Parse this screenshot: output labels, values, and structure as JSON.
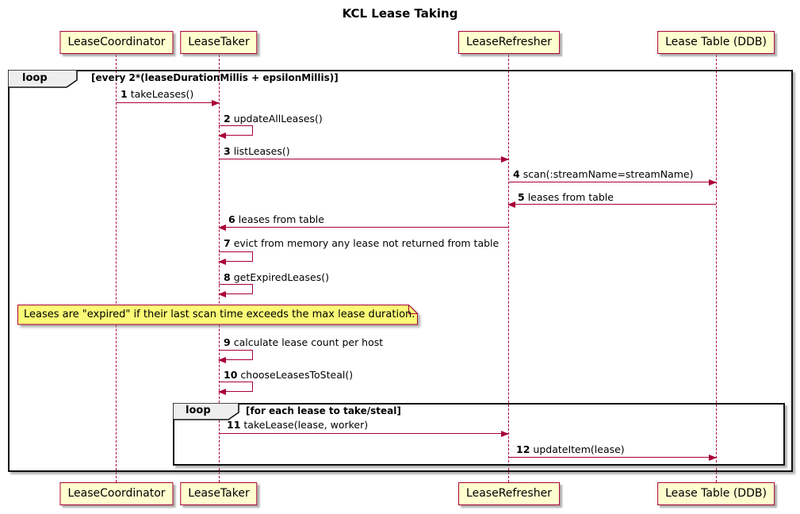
{
  "title": "KCL Lease Taking",
  "participants": [
    {
      "name": "LeaseCoordinator"
    },
    {
      "name": "LeaseTaker"
    },
    {
      "name": "LeaseRefresher"
    },
    {
      "name": "Lease Table (DDB)"
    }
  ],
  "loops": {
    "outer": {
      "label": "loop",
      "condition": "[every 2*(leaseDurationMillis + epsilonMillis)]"
    },
    "inner": {
      "label": "loop",
      "condition": "[for each lease to take/steal]"
    }
  },
  "messages": [
    {
      "num": "1",
      "text": "takeLeases()",
      "from": "LeaseCoordinator",
      "to": "LeaseTaker"
    },
    {
      "num": "2",
      "text": "updateAllLeases()",
      "from": "LeaseTaker",
      "to": "LeaseTaker"
    },
    {
      "num": "3",
      "text": "listLeases()",
      "from": "LeaseTaker",
      "to": "LeaseRefresher"
    },
    {
      "num": "4",
      "text": "scan(:streamName=streamName)",
      "from": "LeaseRefresher",
      "to": "Lease Table (DDB)"
    },
    {
      "num": "5",
      "text": "leases from table",
      "from": "Lease Table (DDB)",
      "to": "LeaseRefresher"
    },
    {
      "num": "6",
      "text": "leases from table",
      "from": "LeaseRefresher",
      "to": "LeaseTaker"
    },
    {
      "num": "7",
      "text": "evict from memory any lease not returned from table",
      "from": "LeaseTaker",
      "to": "LeaseTaker"
    },
    {
      "num": "8",
      "text": "getExpiredLeases()",
      "from": "LeaseTaker",
      "to": "LeaseTaker"
    },
    {
      "num": "9",
      "text": "calculate lease count per host",
      "from": "LeaseTaker",
      "to": "LeaseTaker"
    },
    {
      "num": "10",
      "text": "chooseLeasesToSteal()",
      "from": "LeaseTaker",
      "to": "LeaseTaker"
    },
    {
      "num": "11",
      "text": "takeLease(lease, worker)",
      "from": "LeaseTaker",
      "to": "LeaseRefresher"
    },
    {
      "num": "12",
      "text": "updateItem(lease)",
      "from": "LeaseRefresher",
      "to": "Lease Table (DDB)"
    }
  ],
  "note": {
    "text": "Leases are \"expired\" if their last scan time exceeds the max lease duration."
  },
  "colors": {
    "accent": "#A80036",
    "participant_fill": "#FEFECE",
    "note_fill": "#FBFB77",
    "frame_border": "#101010",
    "loop_header_fill": "#EEEEEE"
  }
}
